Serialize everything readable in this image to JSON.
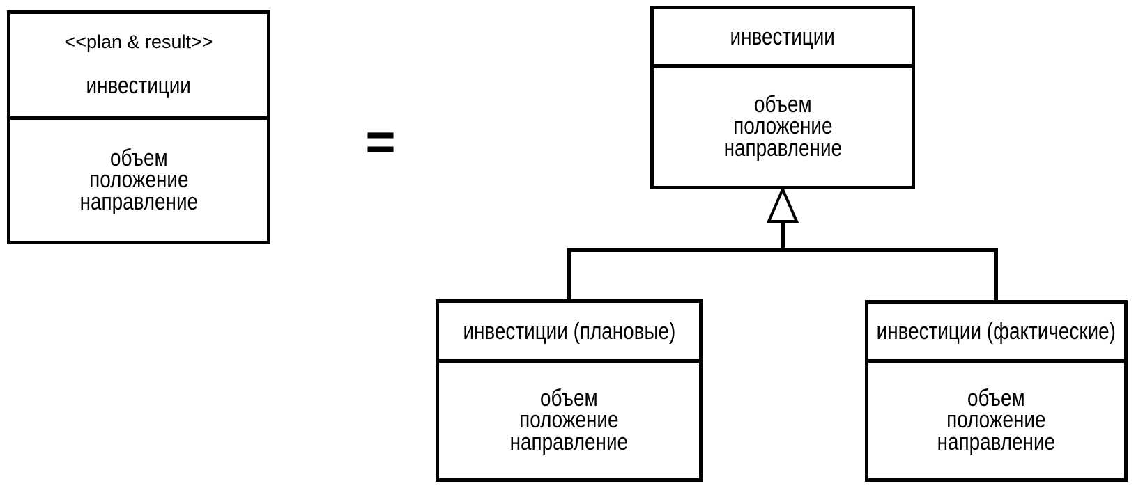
{
  "diagram": {
    "kind": "uml-class-generalization",
    "equals_label": "=",
    "colors": {
      "line": "#000000",
      "background": "#ffffff"
    },
    "classes": {
      "standalone": {
        "stereotype": "<<plan & result>>",
        "name": "инвестиции",
        "attributes": [
          "объем",
          "положение",
          "направление"
        ]
      },
      "parent": {
        "name": "инвестиции",
        "attributes": [
          "объем",
          "положение",
          "направление"
        ]
      },
      "planned": {
        "name": "инвестиции (плановые)",
        "attributes": [
          "объем",
          "положение",
          "направление"
        ]
      },
      "actual": {
        "name": "инвестиции (фактические)",
        "attributes": [
          "объем",
          "положение",
          "направление"
        ]
      }
    },
    "relations": [
      {
        "type": "generalization",
        "parent": "инвестиции",
        "children": [
          "инвестиции (плановые)",
          "инвестиции (фактические)"
        ]
      }
    ]
  }
}
